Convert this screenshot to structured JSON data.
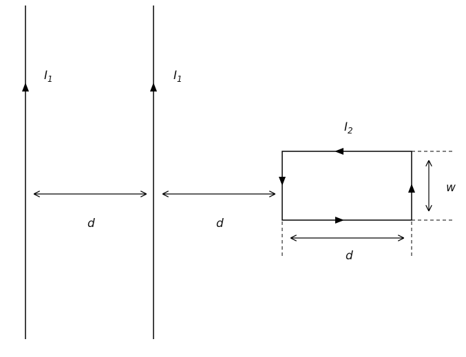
{
  "labels": {
    "wire1_current": {
      "main": "I",
      "sub": "1"
    },
    "wire2_current": {
      "main": "I",
      "sub": "1"
    },
    "loop_current": {
      "main": "I",
      "sub": "2"
    },
    "gap1": "d",
    "gap2": "d",
    "loop_width": "d",
    "loop_height": "w"
  }
}
